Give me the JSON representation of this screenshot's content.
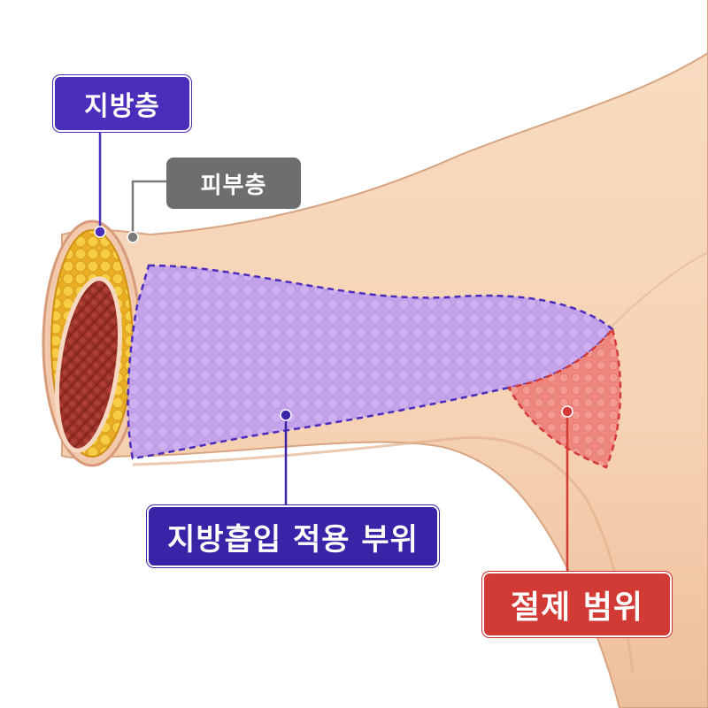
{
  "labels": {
    "fat_layer": "지방층",
    "skin_layer": "피부층",
    "liposuction_area": "지방흡입 적용 부위",
    "excision_area": "절제 범위"
  },
  "colors": {
    "fat_label": "#4a2dbb",
    "skin_label": "#6e6e6e",
    "liposuction_label": "#3b23a8",
    "excision_label": "#d23a36",
    "skin_tone": "#f6d4b5",
    "fat_tissue": "#f2c235",
    "muscle": "#a8362c",
    "liposuction_fill": "#c2a0e8",
    "excision_fill": "#f08a82"
  }
}
